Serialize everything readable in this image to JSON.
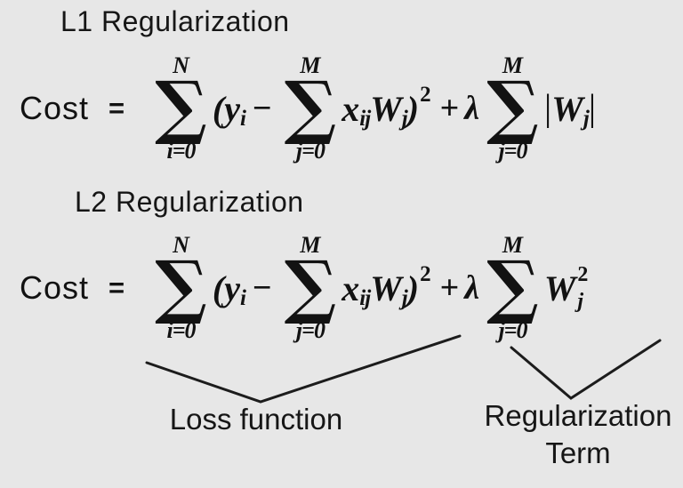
{
  "colors": {
    "background": "#e7e7e7",
    "ink": "#161616",
    "line": "#1c1c1c"
  },
  "sections": {
    "l1": {
      "title": "L1 Regularization",
      "f": {
        "cost": "Cost",
        "equals": "=",
        "sum1": {
          "up": "N",
          "sigma": "∑",
          "lo": "i=0"
        },
        "open_y": "(y",
        "y_sub": "i",
        "minus": "−",
        "sum2": {
          "up": "M",
          "sigma": "∑",
          "lo": "j=0"
        },
        "x": "x",
        "x_sub": "ij",
        "w": "W",
        "w_sub": "j",
        "close": ")",
        "sq": "2",
        "plus": "+",
        "lambda": "λ",
        "sum3": {
          "up": "M",
          "sigma": "∑",
          "lo": "j=0"
        },
        "reg": {
          "bar_l": "|",
          "w": "W",
          "sub": "j",
          "bar_r": "|"
        }
      }
    },
    "l2": {
      "title": "L2 Regularization",
      "f": {
        "cost": "Cost",
        "equals": "=",
        "sum1": {
          "up": "N",
          "sigma": "∑",
          "lo": "i=0"
        },
        "open_y": "(y",
        "y_sub": "i",
        "minus": "−",
        "sum2": {
          "up": "M",
          "sigma": "∑",
          "lo": "j=0"
        },
        "x": "x",
        "x_sub": "ij",
        "w": "W",
        "w_sub": "j",
        "close": ")",
        "sq": "2",
        "plus": "+",
        "lambda": "λ",
        "sum3": {
          "up": "M",
          "sigma": "∑",
          "lo": "j=0"
        },
        "reg": {
          "w": "W",
          "sup": "2",
          "sub": "j"
        }
      }
    }
  },
  "annotations": {
    "loss_label": "Loss function",
    "reg_label_line1": "Regularization",
    "reg_label_line2": "Term"
  }
}
